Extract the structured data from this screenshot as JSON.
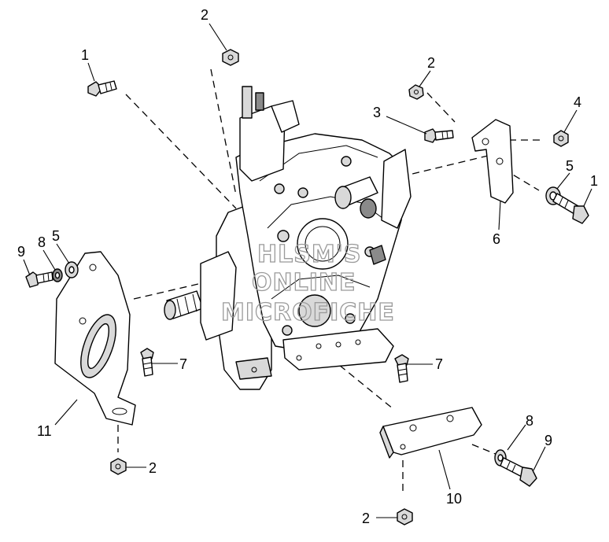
{
  "callouts": [
    {
      "id": "c-2-top",
      "label": "2"
    },
    {
      "id": "c-1-left",
      "label": "1"
    },
    {
      "id": "c-2-right",
      "label": "2"
    },
    {
      "id": "c-3",
      "label": "3"
    },
    {
      "id": "c-4",
      "label": "4"
    },
    {
      "id": "c-5-right",
      "label": "5"
    },
    {
      "id": "c-1-right",
      "label": "1"
    },
    {
      "id": "c-6",
      "label": "6"
    },
    {
      "id": "c-9-left",
      "label": "9"
    },
    {
      "id": "c-8-left",
      "label": "8"
    },
    {
      "id": "c-5-left",
      "label": "5"
    },
    {
      "id": "c-7-left",
      "label": "7"
    },
    {
      "id": "c-7-right",
      "label": "7"
    },
    {
      "id": "c-11",
      "label": "11"
    },
    {
      "id": "c-2-bottom-left",
      "label": "2"
    },
    {
      "id": "c-8-right",
      "label": "8"
    },
    {
      "id": "c-9-right",
      "label": "9"
    },
    {
      "id": "c-10",
      "label": "10"
    },
    {
      "id": "c-2-bottom",
      "label": "2"
    }
  ],
  "watermark": {
    "line1": "HLSM'S",
    "line2": "ONLINE",
    "line3": "MICROFICHE"
  }
}
